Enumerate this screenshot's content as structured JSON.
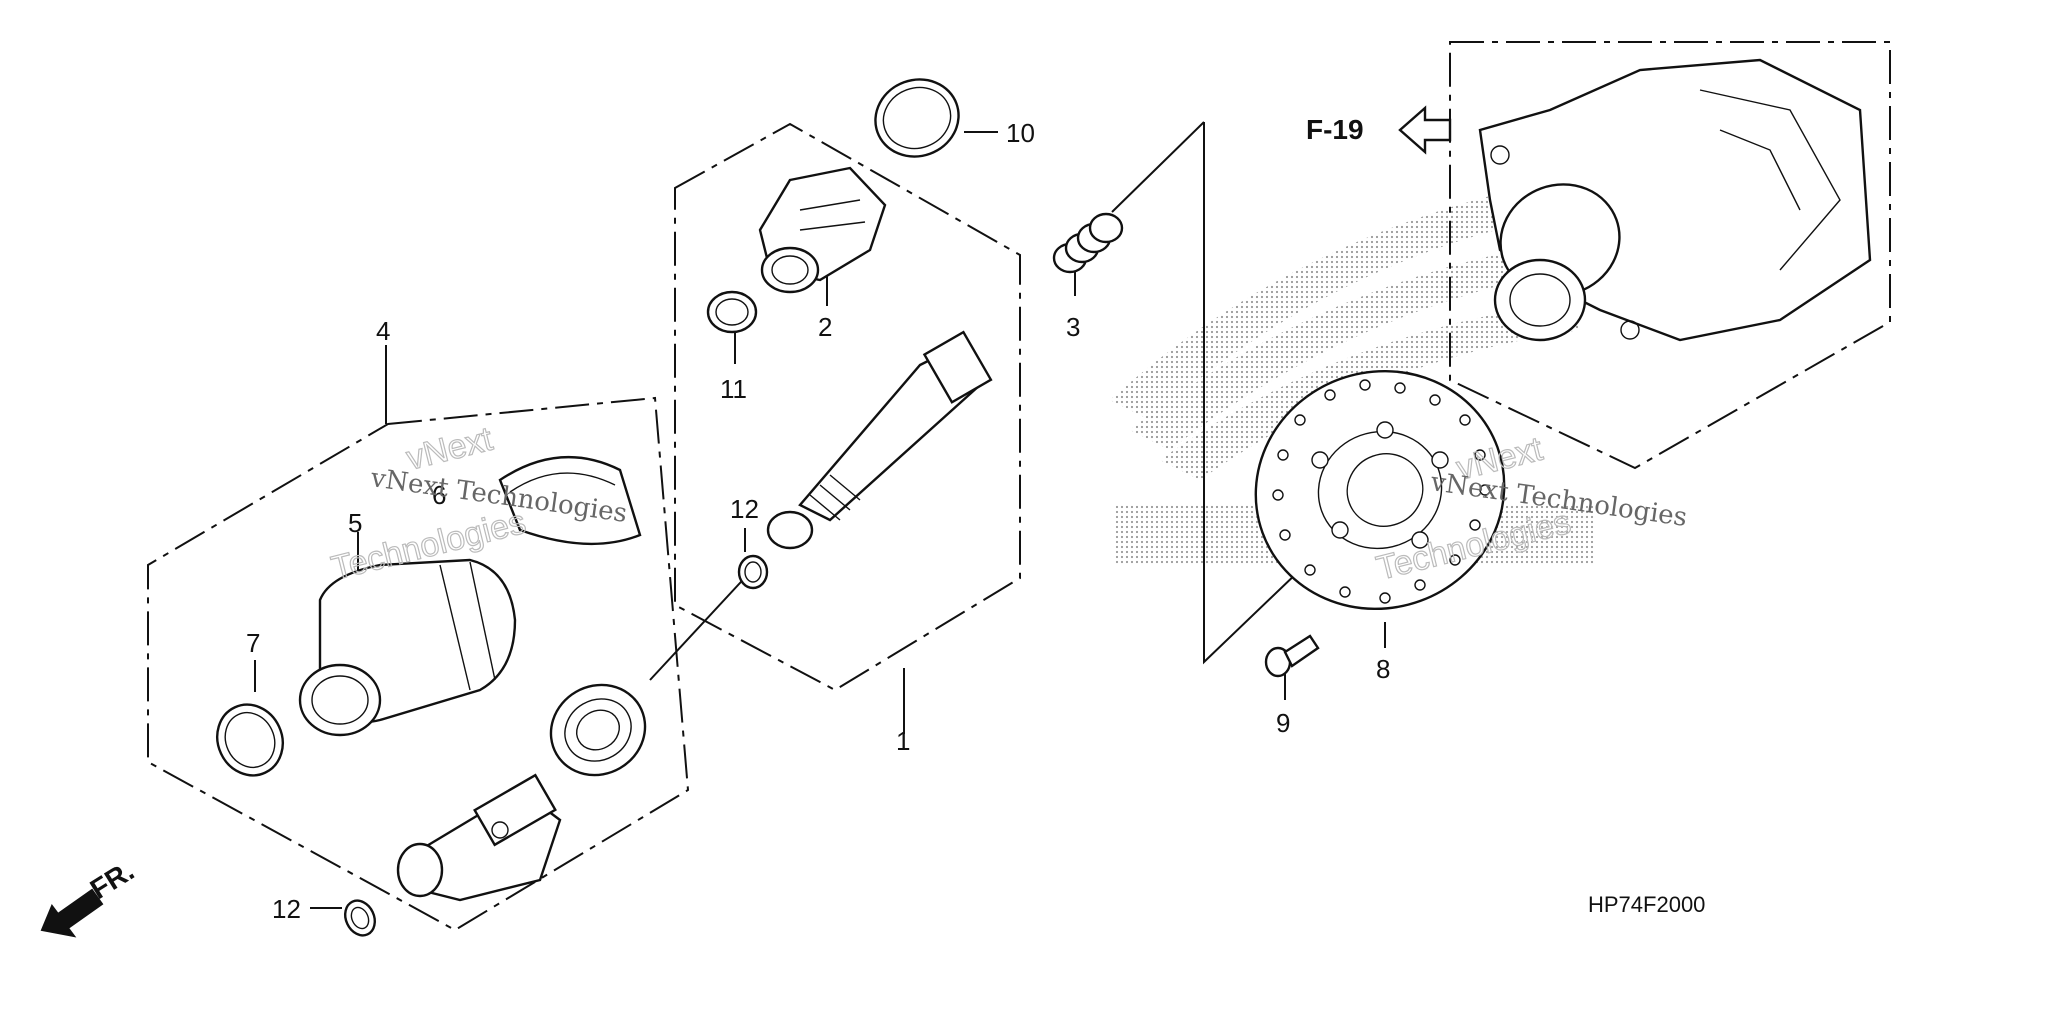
{
  "diagram": {
    "callouts": {
      "c1": "1",
      "c2": "2",
      "c3": "3",
      "c4": "4",
      "c5": "5",
      "c6": "6",
      "c7": "7",
      "c8": "8",
      "c9": "9",
      "c10": "10",
      "c11": "11",
      "c12a": "12",
      "c12b": "12"
    },
    "reference": "F-19",
    "direction": "FR.",
    "code": "HP74F2000",
    "watermark": {
      "line1": "vNext",
      "line2": "Technologies",
      "caption": "vNext Technologies"
    }
  }
}
